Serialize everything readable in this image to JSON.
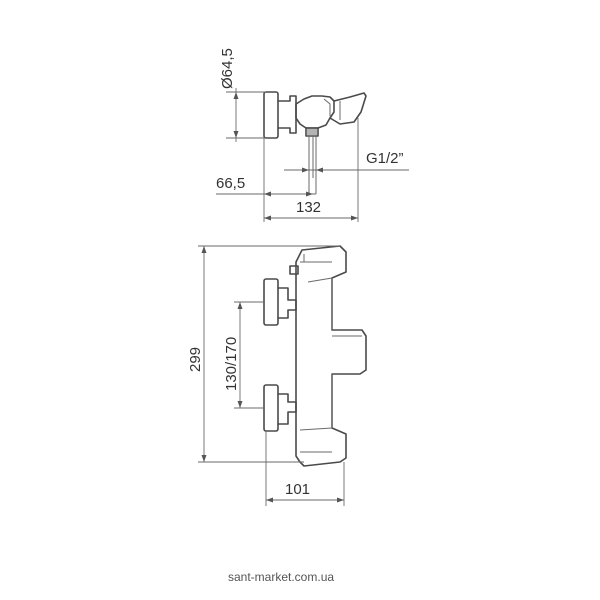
{
  "dimensions": {
    "diameter": "Ø64,5",
    "thread": "G1/2”",
    "offset": "66,5",
    "depth": "132",
    "height": "299",
    "spacing": "130/170",
    "width": "101"
  },
  "watermark": "sant-market.com.ua",
  "colors": {
    "line": "#4a4a4a",
    "dimension": "#6a6a6a",
    "text": "#333333"
  }
}
